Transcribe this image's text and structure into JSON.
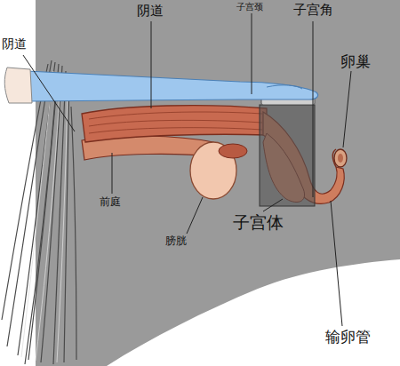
{
  "diagram": {
    "labels": [
      "阴道",
      "阴道",
      "子宫颈",
      "子宫角",
      "卵巢",
      "前庭",
      "子宫体",
      "膀胱",
      "输卵管"
    ]
  }
}
